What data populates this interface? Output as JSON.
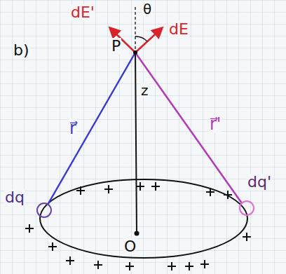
{
  "diagram": {
    "labels": [
      "b)",
      "dE'",
      "P",
      "θ",
      "dE",
      "z",
      "r⃗",
      "r⃗'",
      "dq",
      "dq'",
      "O"
    ]
  }
}
